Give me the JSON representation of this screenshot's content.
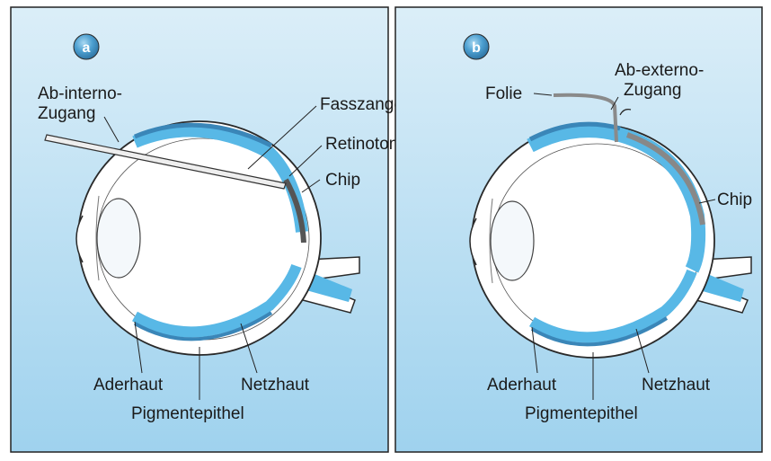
{
  "panels": [
    {
      "badge": "a",
      "labels": {
        "access_line1": "Ab-interno-",
        "access_line2": "Zugang",
        "forceps": "Fasszange",
        "retinotomy": "Retinotomie",
        "chip": "Chip",
        "choroid": "Aderhaut",
        "retina": "Netzhaut",
        "pigment": "Pigmentepithel"
      }
    },
    {
      "badge": "b",
      "labels": {
        "access_line1": "Ab-externo-",
        "access_line2": "Zugang",
        "foil": "Folie",
        "chip": "Chip",
        "choroid": "Aderhaut",
        "retina": "Netzhaut",
        "pigment": "Pigmentepithel"
      }
    }
  ],
  "colors": {
    "frame_top": "#cfe6f3",
    "frame_bottom": "#a8d6ef",
    "retina_blue": "#58b8e6",
    "choroid_blue": "#3a86b8",
    "outline": "#2a2a2a",
    "badge": "#3a8fc4"
  }
}
